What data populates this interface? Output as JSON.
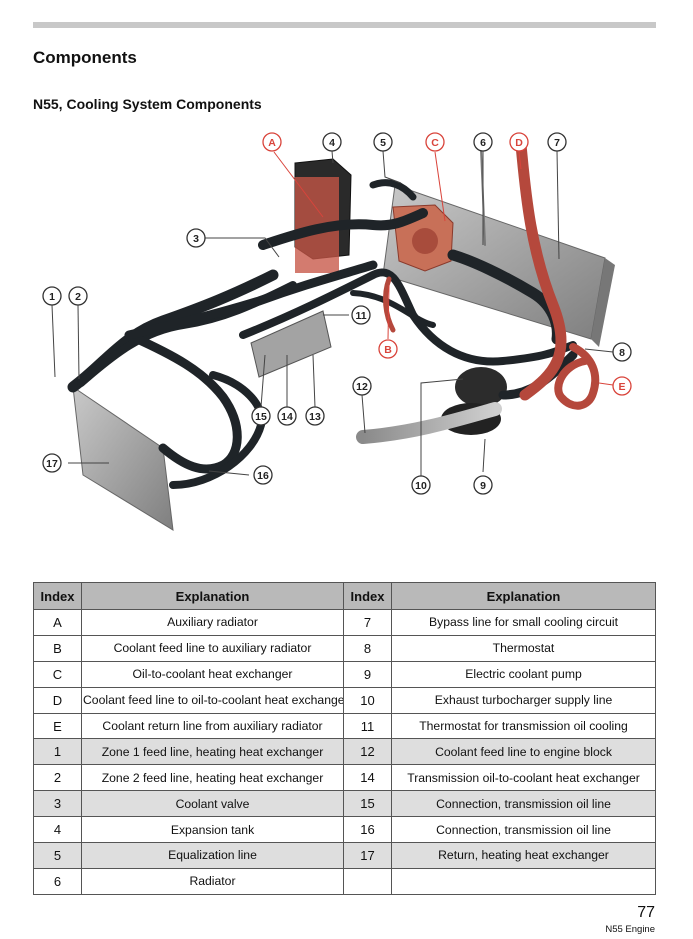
{
  "header": {
    "section_title": "Components",
    "figure_title": "N55, Cooling System Components"
  },
  "figure": {
    "callouts_black": [
      "1",
      "2",
      "3",
      "4",
      "5",
      "6",
      "7",
      "8",
      "9",
      "10",
      "11",
      "12",
      "13",
      "14",
      "15",
      "16",
      "17"
    ],
    "callouts_red": [
      "A",
      "B",
      "C",
      "D",
      "E"
    ],
    "colors": {
      "callout_red": "#d9443b",
      "hose_red": "#b5483c",
      "hose_dark": "#1f2428",
      "radiator": "#9c9c9c"
    }
  },
  "table": {
    "headers": [
      "Index",
      "Explanation",
      "Index",
      "Explanation"
    ],
    "rows": [
      {
        "i1": "A",
        "e1": "Auxiliary radiator",
        "i2": "7",
        "e2": "Bypass line for small cooling circuit"
      },
      {
        "i1": "B",
        "e1": "Coolant feed line to auxiliary radiator",
        "i2": "8",
        "e2": "Thermostat"
      },
      {
        "i1": "C",
        "e1": "Oil-to-coolant heat exchanger",
        "i2": "9",
        "e2": "Electric coolant pump"
      },
      {
        "i1": "D",
        "e1": "Coolant feed line to oil-to-coolant heat exchanger",
        "i2": "10",
        "e2": "Exhaust turbocharger supply line"
      },
      {
        "i1": "E",
        "e1": "Coolant return line from auxiliary radiator",
        "i2": "11",
        "e2": "Thermostat for transmission oil cooling"
      },
      {
        "i1": "1",
        "e1": "Zone 1 feed line, heating heat exchanger",
        "i2": "12",
        "e2": "Coolant feed line to engine block"
      },
      {
        "i1": "2",
        "e1": "Zone 2 feed line, heating heat exchanger",
        "i2": "14",
        "e2": "Transmission oil-to-coolant heat exchanger"
      },
      {
        "i1": "3",
        "e1": "Coolant valve",
        "i2": "15",
        "e2": "Connection, transmission oil line"
      },
      {
        "i1": "4",
        "e1": "Expansion tank",
        "i2": "16",
        "e2": "Connection, transmission oil line"
      },
      {
        "i1": "5",
        "e1": "Equalization line",
        "i2": "17",
        "e2": "Return, heating heat exchanger"
      },
      {
        "i1": "6",
        "e1": "Radiator",
        "i2": "",
        "e2": ""
      }
    ]
  },
  "footer": {
    "page_number": "77",
    "document": "N55 Engine"
  }
}
